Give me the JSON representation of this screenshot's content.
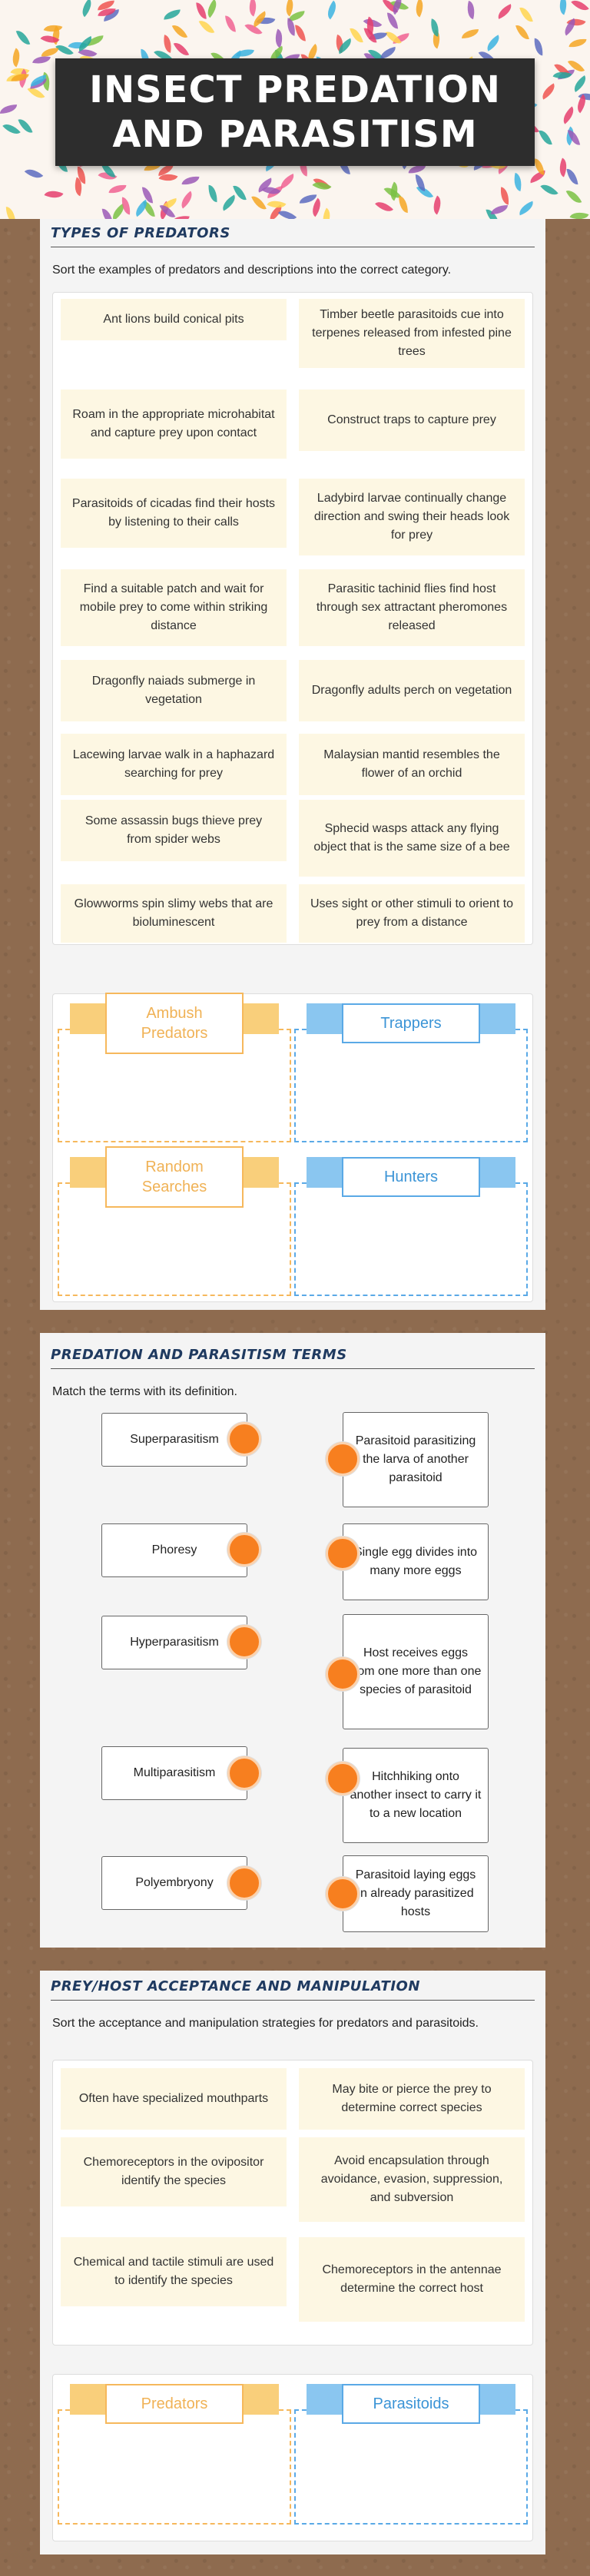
{
  "title": "Insect Predation and Parasitism",
  "section1": {
    "heading": "Types of Predators",
    "instruction": "Sort the examples of predators and descriptions into the correct category.",
    "cards": [
      "Ant lions build conical pits",
      "Timber beetle parasitoids cue into terpenes released from infested pine trees",
      "Roam in the appropriate microhabitat and capture prey upon contact",
      "Construct traps to capture prey",
      "Parasitoids of cicadas find their hosts by listening to their calls",
      "Ladybird larvae continually change direction and swing their heads look for prey",
      "Find a suitable patch and wait for mobile prey to come within striking distance",
      "Parasitic tachinid flies find host through sex attractant pheromones released",
      "Dragonfly naiads submerge in vegetation",
      "Dragonfly adults perch on vegetation",
      "Lacewing larvae walk in a haphazard searching for prey",
      "Malaysian mantid resembles the flower of an orchid",
      "Some assassin bugs thieve prey from spider webs",
      "Sphecid wasps attack any flying object that is the same size of a bee",
      "Glowworms spin slimy webs that are bioluminescent",
      "Uses sight or other stimuli to orient to prey from a distance"
    ],
    "zones": [
      "Ambush Predators",
      "Trappers",
      "Random Searches",
      "Hunters"
    ]
  },
  "section2": {
    "heading": "Predation and Parasitism Terms",
    "instruction": "Match the terms with its definition.",
    "terms": [
      "Superparasitism",
      "Phoresy",
      "Hyperparasitism",
      "Multiparasitism",
      "Polyembryony"
    ],
    "definitions": [
      "Parasitoid parasitizing the larva of another parasitoid",
      "Single egg divides into many more eggs",
      "Host receives eggs from one more than one species of parasitoid",
      "Hitchhiking onto another insect to carry it to a new location",
      "Parasitoid laying eggs in already parasitized hosts"
    ]
  },
  "section3": {
    "heading": "Prey/Host Acceptance and Manipulation",
    "instruction": "Sort the acceptance and manipulation strategies for predators and parasitoids.",
    "cards": [
      "Often have specialized mouthparts",
      "May bite or pierce the prey to determine correct species",
      "Chemoreceptors in the ovipositor identify the species",
      "Avoid encapsulation through avoidance, evasion, suppression, and subversion",
      "Chemical and tactile stimuli are used to identify the species",
      "Chemoreceptors in the antennae determine the correct host"
    ],
    "zones": [
      "Predators",
      "Parasitoids"
    ]
  },
  "colors": {
    "accent_orange": "#f77f1f",
    "zone_orange": "#f6b85c",
    "zone_blue": "#5aa9e6",
    "card_bg": "#fdf7e3",
    "heading": "#1f3a60"
  }
}
